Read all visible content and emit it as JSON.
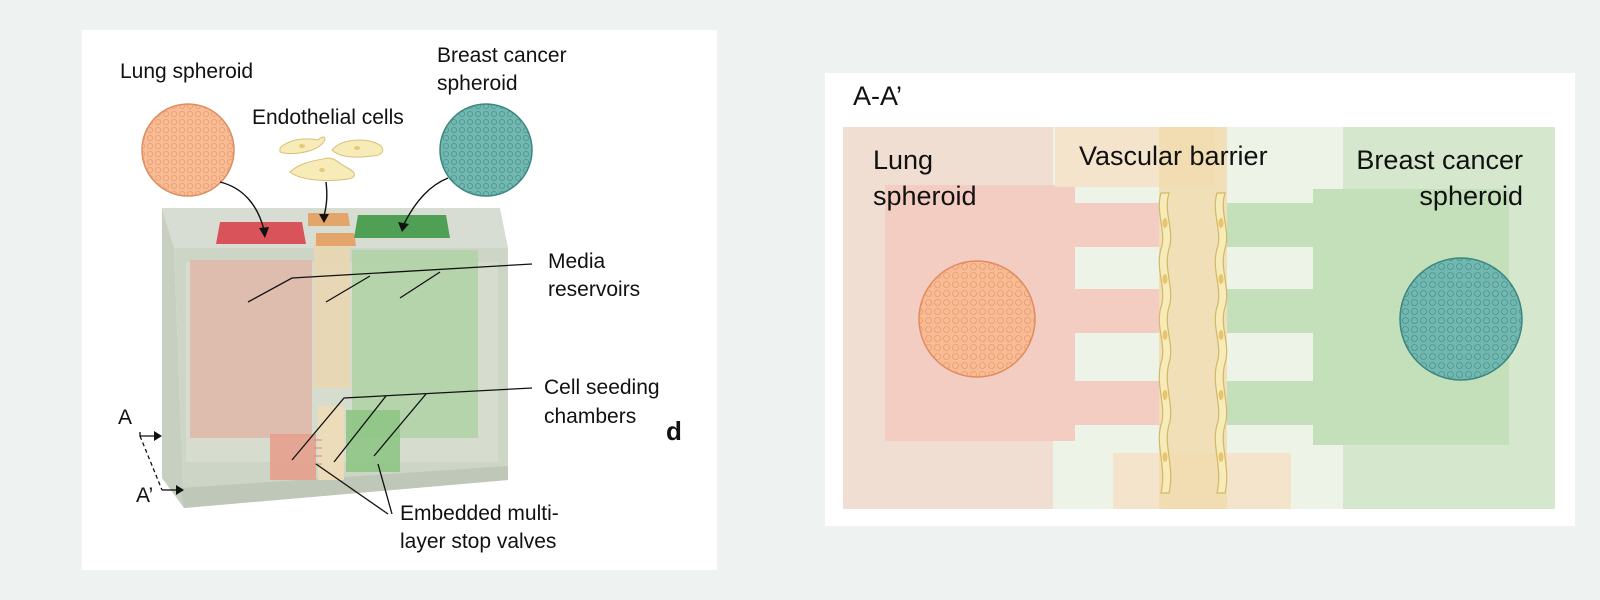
{
  "left_panel": {
    "lung_spheroid_label": "Lung spheroid",
    "breast_label_line1": "Breast cancer",
    "breast_label_line2": "spheroid",
    "endothelial_label": "Endothelial cells",
    "media_label_line1": "Media",
    "media_label_line2": "reservoirs",
    "seeding_label_line1": "Cell seeding",
    "seeding_label_line2": "chambers",
    "valves_label_line1": "Embedded multi-",
    "valves_label_line2": "layer stop valves",
    "section_a": "A",
    "section_a_prime": "A’",
    "panel_letter": "d"
  },
  "right_panel": {
    "title": "A-A’",
    "lung_label_line1": "Lung",
    "lung_label_line2": "spheroid",
    "barrier_label": "Vascular barrier",
    "breast_label_line1": "Breast cancer",
    "breast_label_line2": "spheroid"
  },
  "colors": {
    "lung": "#f6b48a",
    "lung_chamber": "#e9a996",
    "breast": "#6bb3ad",
    "endothelial": "#f7ebb8",
    "chip_body": "#cdd6c7",
    "red_cap": "#d9545a",
    "green_cap": "#4f9f55"
  }
}
